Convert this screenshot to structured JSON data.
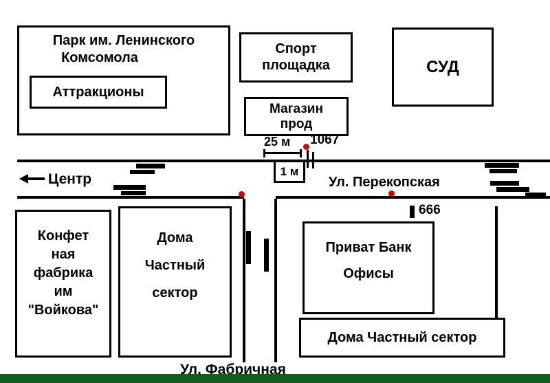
{
  "colors": {
    "ink": "#000000",
    "marker": "#d40000",
    "footer_bar": "#155a1e"
  },
  "labels": {
    "park_line1": "Парк им. Ленинского",
    "park_line2": "Комсомола",
    "attractions": "Аттракционы",
    "sport_line1": "Спорт",
    "sport_line2": "площадка",
    "shop_line1": "Магазин",
    "shop_line2": "прод",
    "court": "СУД",
    "center": "Центр",
    "street_perekopskaya": "Ул. Перекопская",
    "street_fabrichnaya": "Ул. Фабричная",
    "dist_25m": "25 м",
    "dist_1m": "1 м",
    "house_1067": "1067",
    "house_666": "666",
    "factory_line1": "Конфет",
    "factory_line2": "ная",
    "factory_line3": "фабрика",
    "factory_line4": "им",
    "factory_line5": "\"Войкова\"",
    "homes_west_line1": "Дома",
    "homes_west_line2": "Частный",
    "homes_west_line3": "сектор",
    "bank_line1": "Приват Банк",
    "bank_line2": "Офисы",
    "homes_south": "Дома Частный сектор"
  }
}
